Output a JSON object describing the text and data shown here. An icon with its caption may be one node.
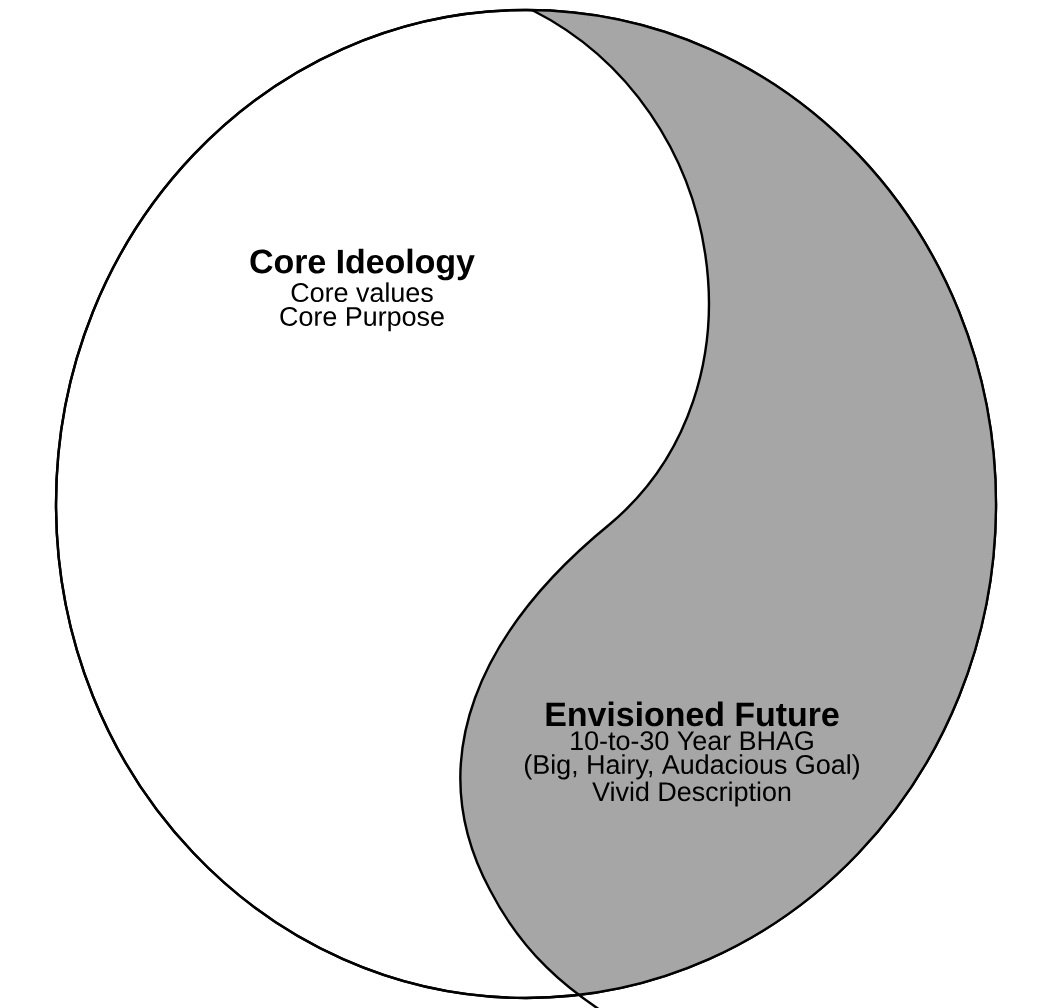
{
  "diagram": {
    "nodes": [
      {
        "text": [
          "Core Ideology",
          "Core values",
          "Core Purpose"
        ]
      },
      {
        "text": [
          "Envisioned Future",
          "10-to-30 Year BHAG",
          "(Big, Hairy, Audacious Goal)",
          "Vivid Description"
        ]
      }
    ]
  }
}
